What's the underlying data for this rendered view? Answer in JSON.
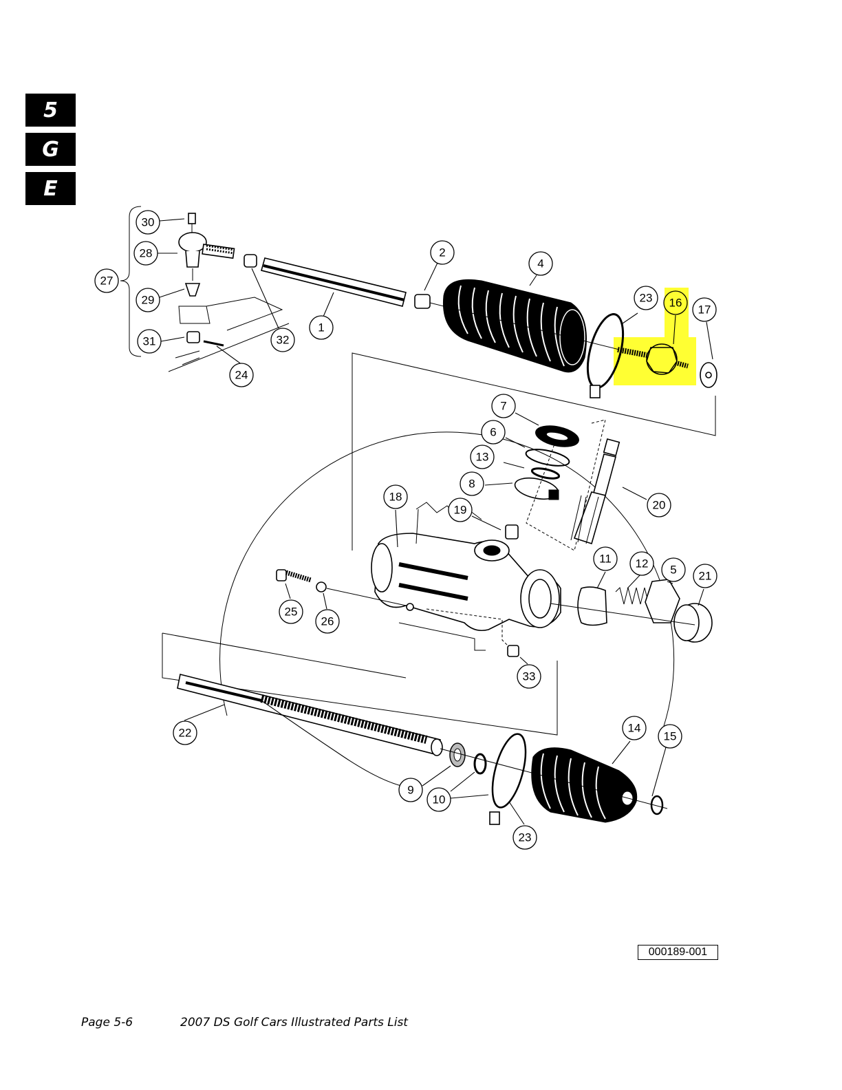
{
  "section_tabs": [
    "5",
    "G",
    "E"
  ],
  "highlight_color": "#ffff33",
  "callouts": {
    "c1": "1",
    "c2": "2",
    "c4": "4",
    "c5": "5",
    "c6": "6",
    "c7": "7",
    "c8": "8",
    "c9": "9",
    "c10": "10",
    "c11": "11",
    "c12": "12",
    "c13": "13",
    "c14": "14",
    "c15": "15",
    "c16": "16",
    "c17": "17",
    "c18": "18",
    "c19": "19",
    "c20": "20",
    "c21": "21",
    "c22": "22",
    "c23a": "23",
    "c23b": "23",
    "c24": "24",
    "c25": "25",
    "c26": "26",
    "c27": "27",
    "c28": "28",
    "c29": "29",
    "c30": "30",
    "c31": "31",
    "c32": "32",
    "c33": "33"
  },
  "highlighted_part": "16",
  "figure_id": "000189-001",
  "footer": {
    "page": "Page 5-6",
    "title": "2007 DS Golf Cars Illustrated Parts List"
  }
}
